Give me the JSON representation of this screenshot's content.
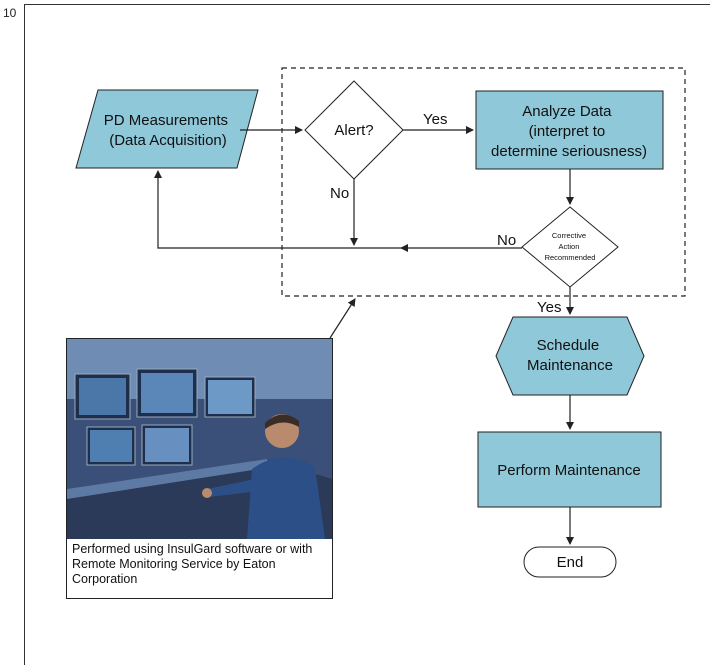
{
  "page_number": "10",
  "nodes": {
    "pd_measurements": [
      "PD Measurements",
      "(Data Acquisition)"
    ],
    "alert": "Alert?",
    "analyze_data": [
      "Analyze Data",
      "(interpret to",
      "determine seriousness)"
    ],
    "corrective_action": [
      "Corrective",
      "Action",
      "Recommended"
    ],
    "schedule_maintenance": [
      "Schedule",
      "Maintenance"
    ],
    "perform_maintenance": "Perform Maintenance",
    "end": "End"
  },
  "edge_labels": {
    "alert_yes": "Yes",
    "alert_no": "No",
    "corrective_no": "No",
    "corrective_yes": "Yes"
  },
  "photo_caption": "Performed using InsulGard software or with Remote Monitoring Service by Eaton Corporation",
  "colors": {
    "node_fill": "#8ec8d9",
    "stroke": "#222222",
    "dashed_box": "#222222"
  }
}
